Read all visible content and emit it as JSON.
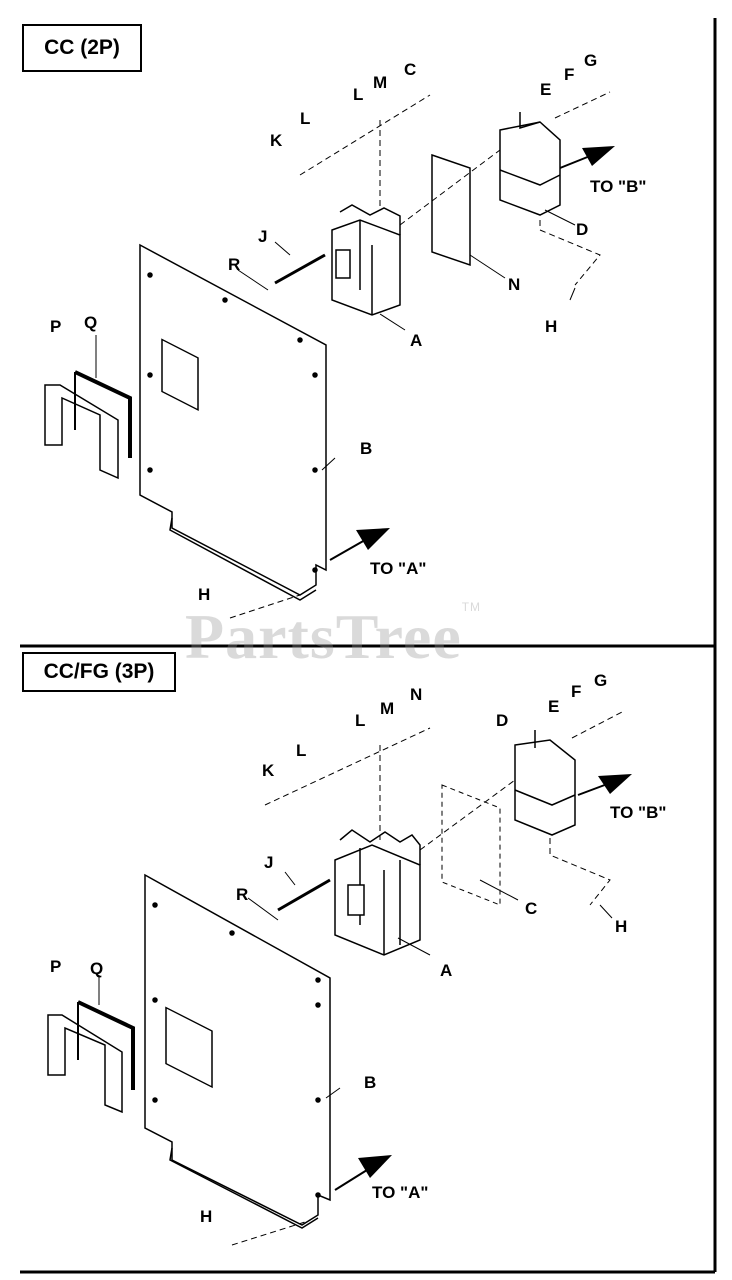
{
  "sections": [
    {
      "title": "CC (2P)",
      "labels": [
        "K",
        "L",
        "L",
        "M",
        "C",
        "E",
        "F",
        "G",
        "J",
        "R",
        "A",
        "N",
        "D",
        "H",
        "P",
        "Q",
        "B",
        "H"
      ],
      "to_b": "TO \"B\"",
      "to_a": "TO \"A\""
    },
    {
      "title": "CC/FG (3P)",
      "labels": [
        "K",
        "L",
        "L",
        "M",
        "N",
        "D",
        "E",
        "F",
        "G",
        "J",
        "R",
        "A",
        "C",
        "H",
        "P",
        "Q",
        "B",
        "H"
      ],
      "to_b": "TO \"B\"",
      "to_a": "TO \"A\""
    }
  ],
  "watermark": {
    "text": "PartsTree",
    "mark": "TM"
  }
}
